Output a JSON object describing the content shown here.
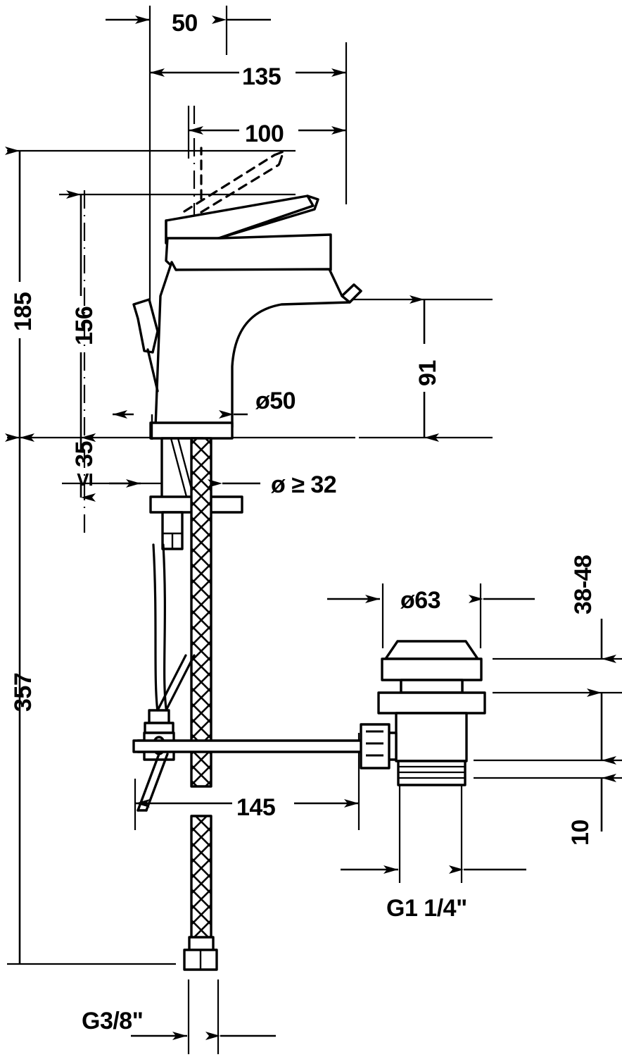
{
  "drawing": {
    "title": "Single lever basin mixer dimensional drawing",
    "units": "mm",
    "line_color": "#000000",
    "background": "#ffffff"
  },
  "dimensions": {
    "spout_offset_50": "50",
    "total_depth_135": "135",
    "spout_reach_100": "100",
    "total_height_185": "185",
    "lever_height_156": "156",
    "deck_thickness_35": "≤ 35",
    "base_diameter_50": "ø50",
    "hole_diameter_32": "ø ≥ 32",
    "spout_height_91": "91",
    "drain_cap_63": "ø63",
    "drain_range_38_48": "38-48",
    "drain_thread_10": "10",
    "drain_thread_size": "G1 1/4\"",
    "hose_length_357": "357",
    "rod_offset_145": "145",
    "supply_thread_size": "G3/8\""
  }
}
